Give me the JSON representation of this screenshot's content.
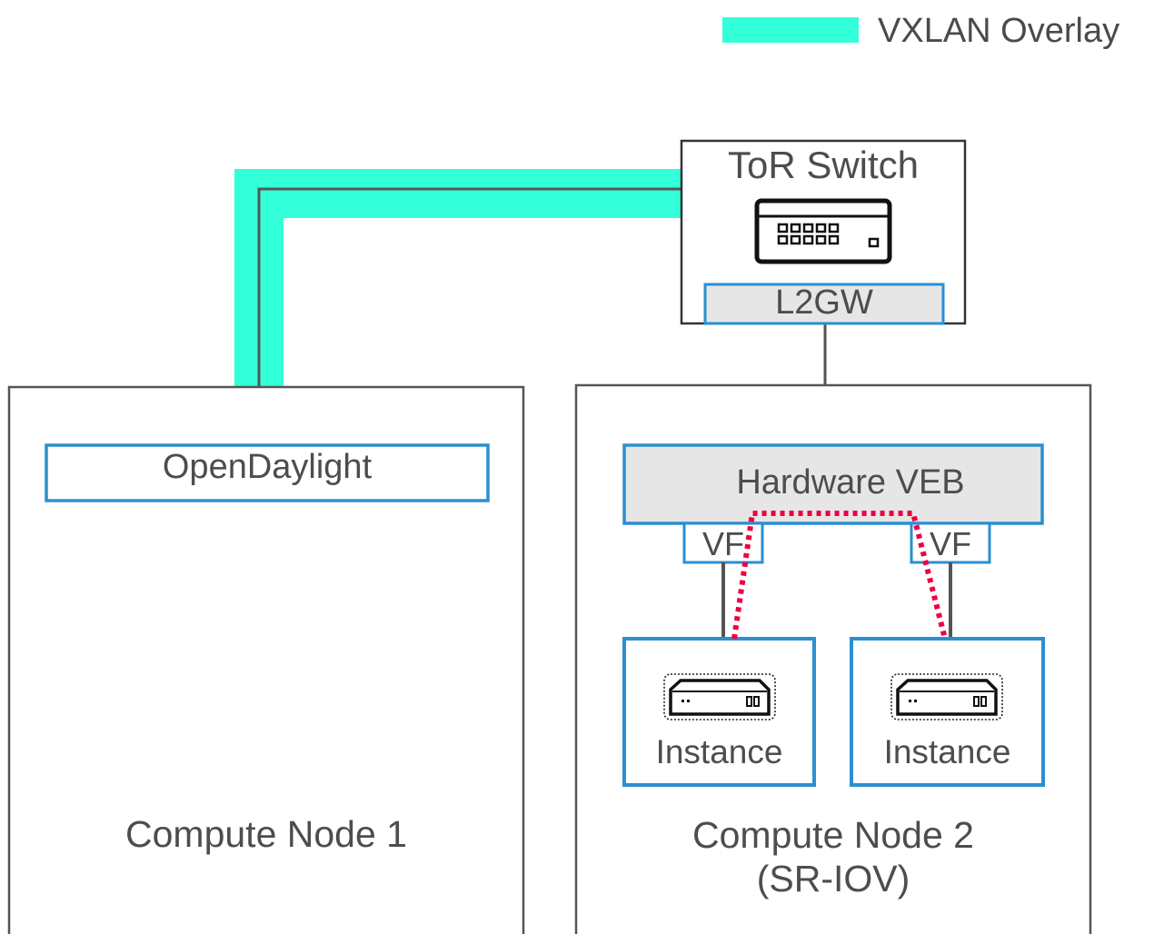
{
  "legend": {
    "label": "VXLAN Overlay",
    "color": "#33ffd9"
  },
  "tor_switch": {
    "title": "ToR Switch",
    "icon": "network-switch-icon",
    "gateway_label": "L2GW"
  },
  "compute_node_1": {
    "title": "Compute Node 1",
    "component_label": "OpenDaylight"
  },
  "compute_node_2": {
    "title_line1": "Compute Node 2",
    "title_line2": "(SR-IOV)",
    "veb_label": "Hardware VEB",
    "vf_labels": [
      "VF",
      "VF"
    ],
    "instances": [
      {
        "label": "Instance",
        "icon": "server-instance-icon"
      },
      {
        "label": "Instance",
        "icon": "server-instance-icon"
      }
    ]
  },
  "colors": {
    "overlay": "#33ffd9",
    "box_border": "#2b8fd1",
    "box_fill": "#e6e6e6",
    "node_border": "#555555",
    "dotted_path": "#ee0044"
  }
}
